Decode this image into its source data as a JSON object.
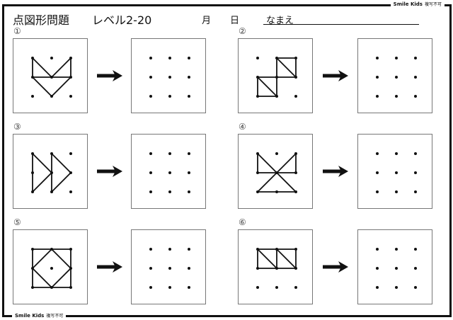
{
  "header": {
    "title": "点図形問題",
    "level": "レベル2-20",
    "month_label": "月",
    "day_label": "日",
    "name_label": "なまえ"
  },
  "brand": {
    "name": "Smile Kids",
    "notice": "複写不可"
  },
  "problems": [
    {
      "number": "①",
      "segments": [
        [
          [
            0,
            0
          ],
          [
            0,
            1
          ]
        ],
        [
          [
            0,
            0
          ],
          [
            1,
            1
          ]
        ],
        [
          [
            1,
            1
          ],
          [
            2,
            0
          ]
        ],
        [
          [
            2,
            0
          ],
          [
            2,
            1
          ]
        ],
        [
          [
            0,
            1
          ],
          [
            2,
            1
          ]
        ],
        [
          [
            0,
            1
          ],
          [
            1,
            2
          ]
        ],
        [
          [
            1,
            2
          ],
          [
            2,
            1
          ]
        ]
      ]
    },
    {
      "number": "②",
      "segments": [
        [
          [
            1,
            0
          ],
          [
            2,
            0
          ]
        ],
        [
          [
            2,
            0
          ],
          [
            2,
            1
          ]
        ],
        [
          [
            2,
            1
          ],
          [
            1,
            1
          ]
        ],
        [
          [
            1,
            1
          ],
          [
            1,
            0
          ]
        ],
        [
          [
            1,
            0
          ],
          [
            2,
            1
          ]
        ],
        [
          [
            0,
            1
          ],
          [
            1,
            1
          ]
        ],
        [
          [
            1,
            1
          ],
          [
            1,
            2
          ]
        ],
        [
          [
            1,
            2
          ],
          [
            0,
            2
          ]
        ],
        [
          [
            0,
            2
          ],
          [
            0,
            1
          ]
        ],
        [
          [
            0,
            1
          ],
          [
            1,
            2
          ]
        ]
      ]
    },
    {
      "number": "③",
      "segments": [
        [
          [
            0,
            0
          ],
          [
            0,
            2
          ]
        ],
        [
          [
            0,
            0
          ],
          [
            1,
            1
          ]
        ],
        [
          [
            1,
            1
          ],
          [
            0,
            2
          ]
        ],
        [
          [
            1,
            0
          ],
          [
            1,
            2
          ]
        ],
        [
          [
            1,
            0
          ],
          [
            2,
            1
          ]
        ],
        [
          [
            2,
            1
          ],
          [
            1,
            2
          ]
        ]
      ]
    },
    {
      "number": "④",
      "segments": [
        [
          [
            0,
            0
          ],
          [
            0,
            1
          ]
        ],
        [
          [
            0,
            1
          ],
          [
            2,
            1
          ]
        ],
        [
          [
            0,
            0
          ],
          [
            2,
            2
          ]
        ],
        [
          [
            2,
            0
          ],
          [
            0,
            2
          ]
        ],
        [
          [
            2,
            0
          ],
          [
            2,
            1
          ]
        ],
        [
          [
            0,
            2
          ],
          [
            2,
            2
          ]
        ]
      ]
    },
    {
      "number": "⑤",
      "segments": [
        [
          [
            0,
            0
          ],
          [
            2,
            0
          ]
        ],
        [
          [
            2,
            0
          ],
          [
            2,
            2
          ]
        ],
        [
          [
            2,
            2
          ],
          [
            0,
            2
          ]
        ],
        [
          [
            0,
            2
          ],
          [
            0,
            0
          ]
        ],
        [
          [
            1,
            0
          ],
          [
            2,
            1
          ]
        ],
        [
          [
            2,
            1
          ],
          [
            1,
            2
          ]
        ],
        [
          [
            1,
            2
          ],
          [
            0,
            1
          ]
        ],
        [
          [
            0,
            1
          ],
          [
            1,
            0
          ]
        ]
      ]
    },
    {
      "number": "⑥",
      "segments": [
        [
          [
            0,
            0
          ],
          [
            2,
            0
          ]
        ],
        [
          [
            0,
            1
          ],
          [
            2,
            1
          ]
        ],
        [
          [
            0,
            0
          ],
          [
            0,
            1
          ]
        ],
        [
          [
            1,
            0
          ],
          [
            1,
            1
          ]
        ],
        [
          [
            2,
            0
          ],
          [
            2,
            1
          ]
        ],
        [
          [
            0,
            0
          ],
          [
            1,
            1
          ]
        ],
        [
          [
            1,
            0
          ],
          [
            2,
            1
          ]
        ]
      ]
    }
  ]
}
